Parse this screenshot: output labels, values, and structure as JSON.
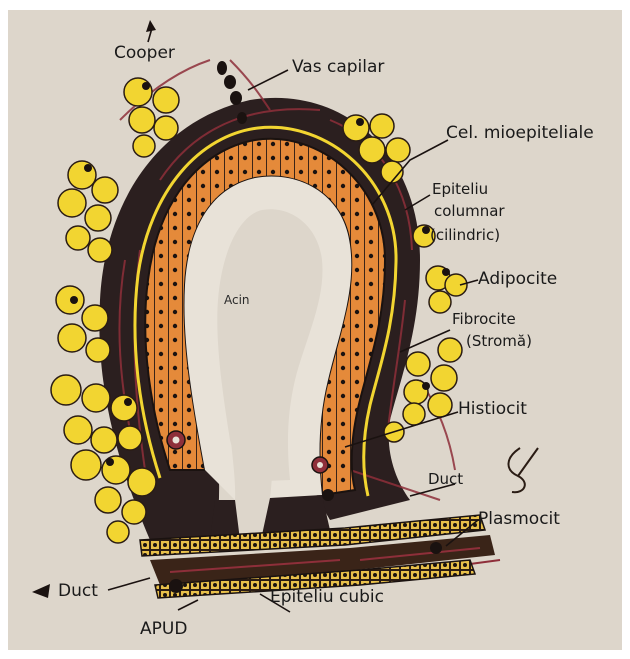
{
  "labels": {
    "cooper": "Cooper",
    "vas_capilar": "Vas capilar",
    "cel_mioepiteliale": "Cel. mioepiteliale",
    "epiteliu_columnar_1": "Epiteliu",
    "epiteliu_columnar_2": "columnar",
    "epiteliu_columnar_3": "(cilindric)",
    "adipocite": "Adipocite",
    "fibrocite_1": "Fibrocite",
    "fibrocite_2": "(Stromă)",
    "histiocit": "Histiocit",
    "duct_right": "Duct",
    "plasmocit": "Plasmocit",
    "duct_left": "Duct",
    "epiteliu_cubic": "Epiteliu cubic",
    "apud": "APUD",
    "acin": "Acin"
  },
  "colors": {
    "background": "#ddd6cb",
    "adipocyte_fill": "#f2d531",
    "epithelium_cell": "#e58a3a",
    "stroma_dark": "#2b1f1f",
    "fibre_red": "#8e2f3a"
  }
}
